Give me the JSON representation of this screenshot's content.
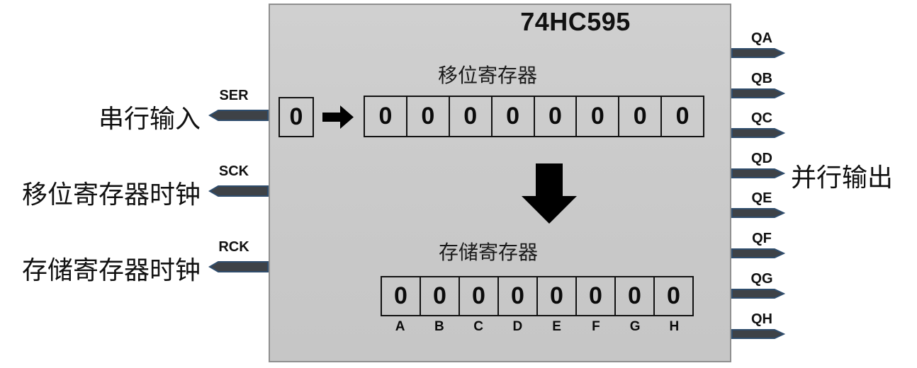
{
  "chip": {
    "title": "74HC595"
  },
  "shift_register": {
    "label": "移位寄存器",
    "input_bit": "0",
    "cells": [
      "0",
      "0",
      "0",
      "0",
      "0",
      "0",
      "0",
      "0"
    ]
  },
  "storage_register": {
    "label": "存储寄存器",
    "cells": [
      "0",
      "0",
      "0",
      "0",
      "0",
      "0",
      "0",
      "0"
    ],
    "bit_labels": [
      "A",
      "B",
      "C",
      "D",
      "E",
      "F",
      "G",
      "H"
    ]
  },
  "left_pins": [
    {
      "pin": "SER",
      "label": "串行输入"
    },
    {
      "pin": "SCK",
      "label": "移位寄存器时钟"
    },
    {
      "pin": "RCK",
      "label": "存储寄存器时钟"
    }
  ],
  "right_pins": [
    {
      "pin": "QA"
    },
    {
      "pin": "QB"
    },
    {
      "pin": "QC"
    },
    {
      "pin": "QD"
    },
    {
      "pin": "QE"
    },
    {
      "pin": "QF"
    },
    {
      "pin": "QG"
    },
    {
      "pin": "QH"
    }
  ],
  "right_group_label": "并行输出",
  "colors": {
    "chip_fill": "#cbcbcb",
    "chip_border": "#8f8f8f",
    "pin_fill": "#3e4247",
    "pin_stroke": "#2f4d6d",
    "cell_border": "#111111",
    "arrow_black": "#000000"
  }
}
